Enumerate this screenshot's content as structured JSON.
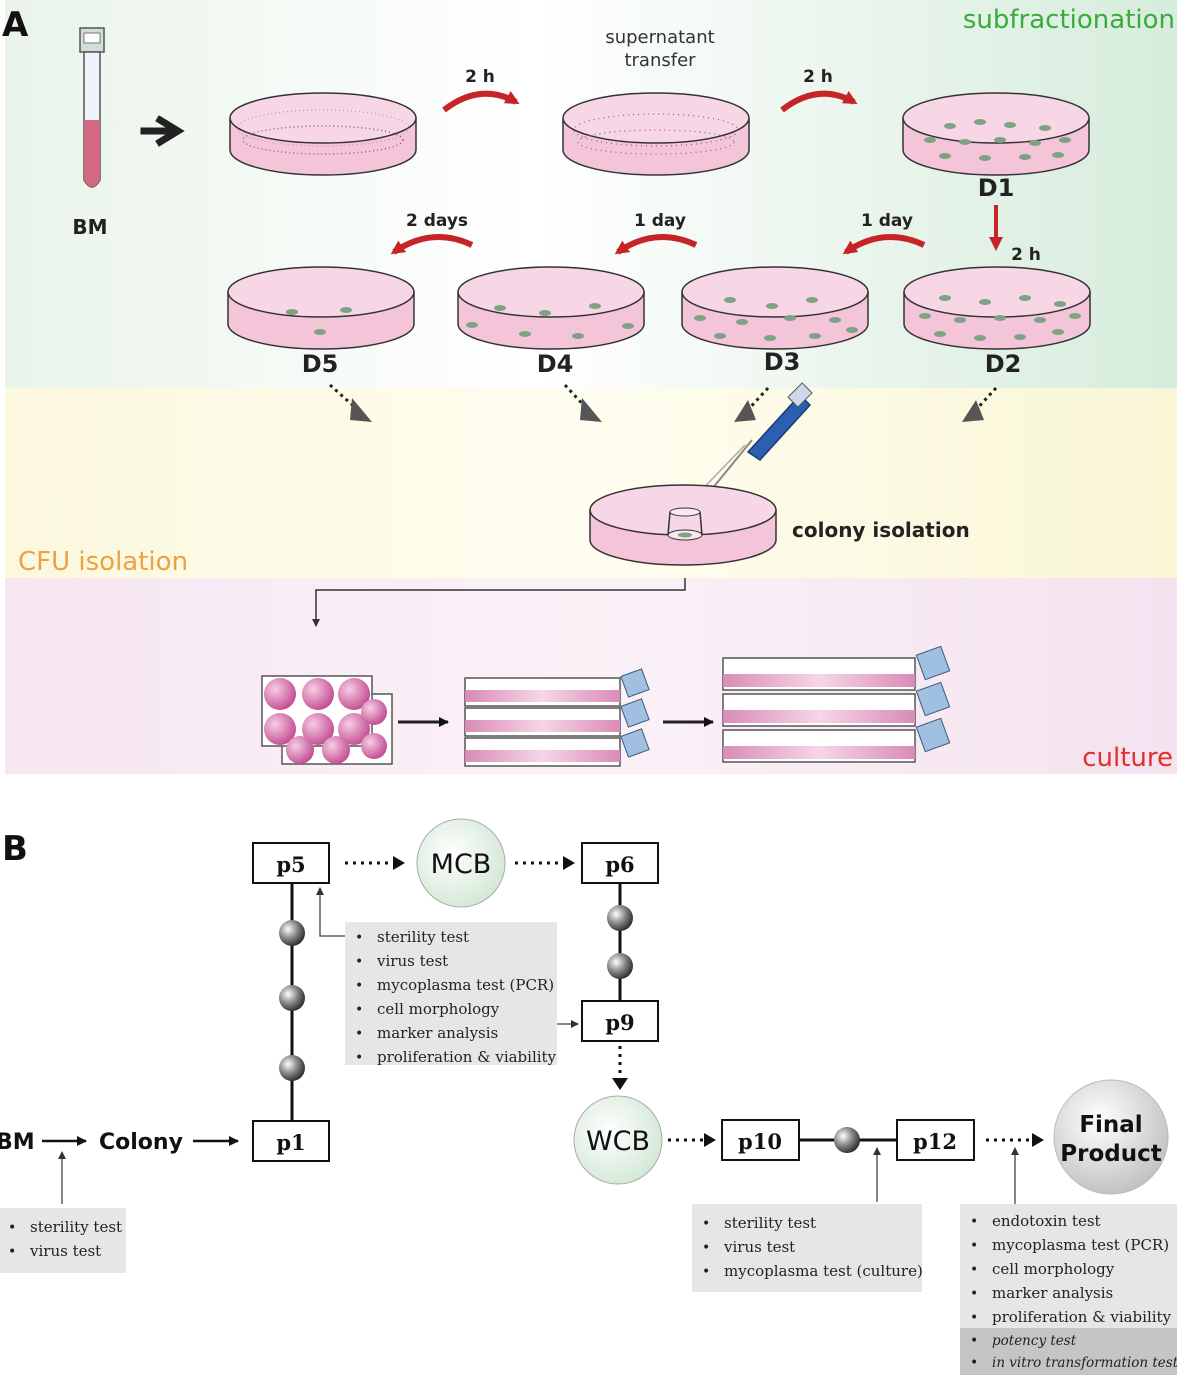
{
  "panel_a": {
    "label": "A",
    "section_subfractionation": "subfractionation",
    "section_cfu": "CFU isolation",
    "section_culture": "culture",
    "bm": "BM",
    "supernatant_line1": "supernatant",
    "supernatant_line2": "transfer",
    "time_2h_a": "2 h",
    "time_2h_b": "2 h",
    "time_2h_c": "2 h",
    "time_1day_a": "1 day",
    "time_1day_b": "1 day",
    "time_2days": "2 days",
    "dishes": [
      "D1",
      "D2",
      "D3",
      "D4",
      "D5"
    ],
    "colony_isolation": "colony isolation",
    "colors": {
      "subfractionation": "#3aab3a",
      "cfu": "#f0a040",
      "culture": "#e0302a",
      "dish": "#f1b7cf",
      "arrow_red": "#c72428"
    }
  },
  "panel_b": {
    "label": "B",
    "bm": "BM",
    "colony": "Colony",
    "p1": "p1",
    "p5": "p5",
    "p6": "p6",
    "p9": "p9",
    "p10": "p10",
    "p12": "p12",
    "mcb": "MCB",
    "wcb": "WCB",
    "final_line1": "Final",
    "final_line2": "Product",
    "tests_bm": [
      "sterility test",
      "virus test"
    ],
    "tests_p5": [
      "sterility test",
      "virus test",
      "mycoplasma test (PCR)",
      "cell morphology",
      "marker analysis",
      "proliferation & viability"
    ],
    "tests_p10": [
      "sterility test",
      "virus test",
      "mycoplasma test (culture)"
    ],
    "tests_final": [
      "endotoxin test",
      "mycoplasma test (PCR)",
      "cell morphology",
      "marker analysis",
      "proliferation & viability"
    ],
    "tests_final_extra": [
      "potency test",
      "in vitro transformation test"
    ]
  }
}
